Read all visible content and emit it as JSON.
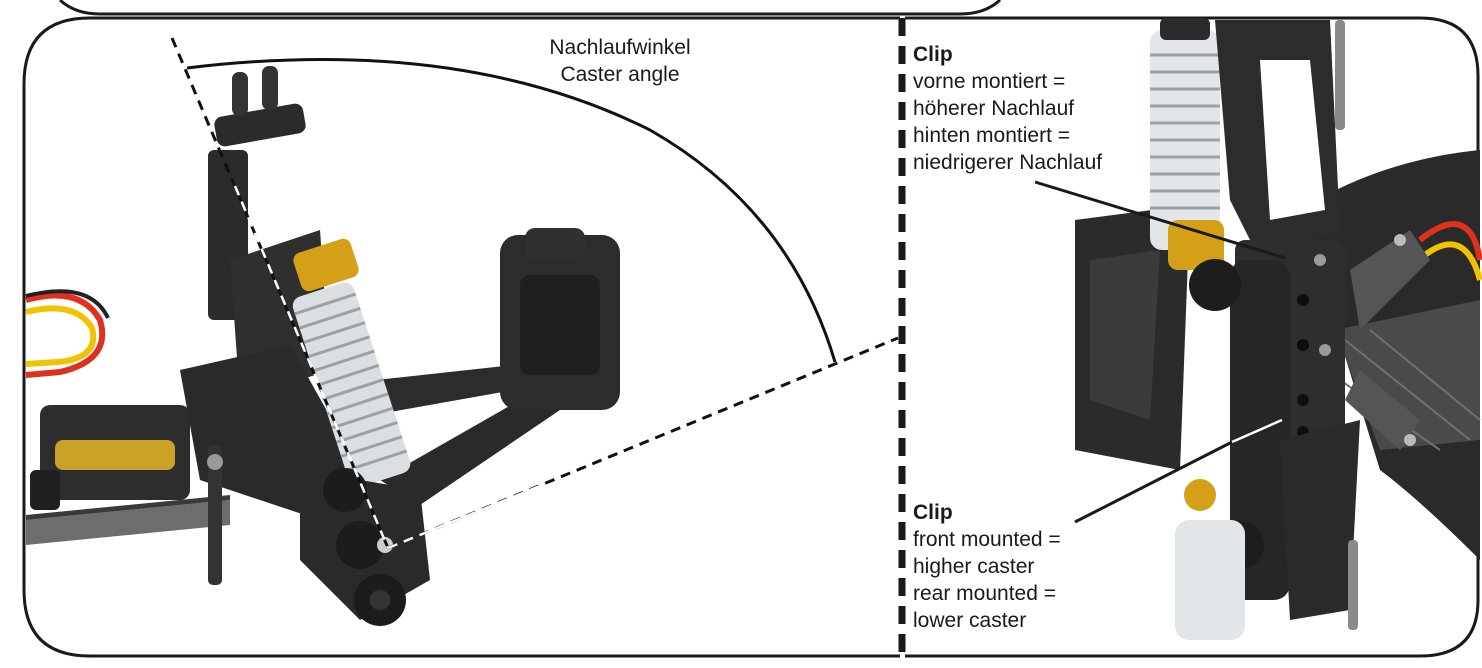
{
  "caster_label": {
    "de": "Nachlaufwinkel",
    "en": "Caster angle"
  },
  "note_de": {
    "title": "Clip",
    "lines": [
      "vorne montiert =",
      "höherer Nachlauf",
      "hinten montiert =",
      "niedrigerer Nachlauf"
    ]
  },
  "note_en": {
    "title": "Clip",
    "lines": [
      "front mounted =",
      "higher caster",
      "rear mounted =",
      "lower caster"
    ]
  },
  "colors": {
    "frame": "#1a1a1a",
    "plastic": "#2b2b2b",
    "gold": "#d4a017",
    "spring": "#e8ecef",
    "wire_red": "#e0301e",
    "wire_yellow": "#f2c200"
  }
}
